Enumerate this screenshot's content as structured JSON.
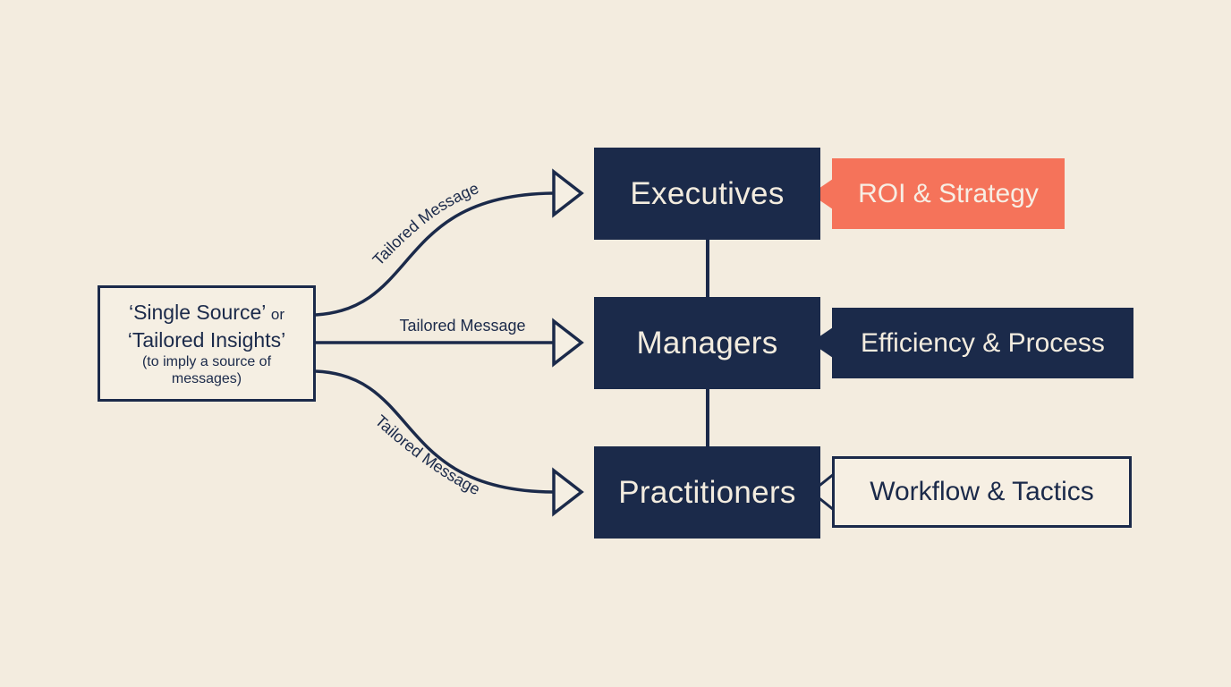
{
  "source": {
    "line1_main": "‘Single Source’",
    "line1_suffix": "or",
    "line2": "‘Tailored Insights’",
    "note": "(to imply a source of messages)"
  },
  "connectors": {
    "top_label": "Tailored Message",
    "middle_label": "Tailored Message",
    "bottom_label": "Tailored Message"
  },
  "audiences": [
    {
      "name": "Executives",
      "focus": "ROI & Strategy"
    },
    {
      "name": "Managers",
      "focus": "Efficiency & Process"
    },
    {
      "name": "Practitioners",
      "focus": "Workflow & Tactics"
    }
  ],
  "colors": {
    "background": "#f3ecdf",
    "navy": "#1b2a4a",
    "coral": "#f5735a"
  }
}
